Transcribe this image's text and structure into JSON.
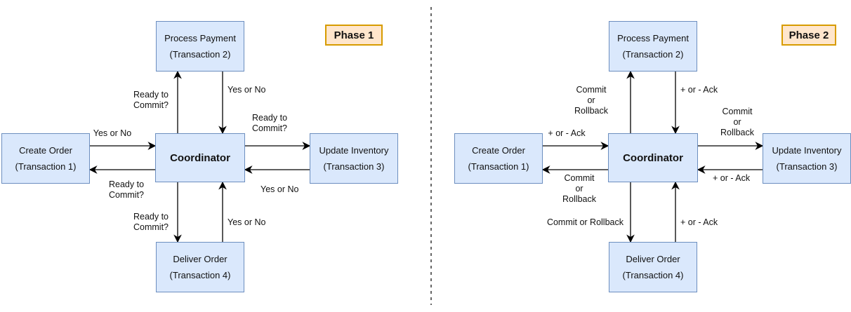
{
  "phases": [
    {
      "badge": "Phase 1",
      "nodes": {
        "top": [
          "Process Payment",
          "(Transaction 2)"
        ],
        "left": [
          "Create Order",
          "(Transaction 1)"
        ],
        "center": [
          "Coordinator"
        ],
        "right": [
          "Update Inventory",
          "(Transaction 3)"
        ],
        "bottom": [
          "Deliver Order",
          "(Transaction 4)"
        ]
      },
      "labels": {
        "to_top": [
          "Ready to",
          "Commit?"
        ],
        "from_top": [
          "Yes or No"
        ],
        "to_right": [
          "Ready to",
          "Commit?"
        ],
        "from_right": [
          "Yes or No"
        ],
        "from_left": [
          "Yes or No"
        ],
        "to_left": [
          "Ready to",
          "Commit?"
        ],
        "to_bottom": [
          "Ready to",
          "Commit?"
        ],
        "from_bottom": [
          "Yes or No"
        ]
      }
    },
    {
      "badge": "Phase 2",
      "nodes": {
        "top": [
          "Process Payment",
          "(Transaction 2)"
        ],
        "left": [
          "Create Order",
          "(Transaction 1)"
        ],
        "center": [
          "Coordinator"
        ],
        "right": [
          "Update Inventory",
          "(Transaction 3)"
        ],
        "bottom": [
          "Deliver Order",
          "(Transaction 4)"
        ]
      },
      "labels": {
        "to_top": [
          "Commit",
          "or",
          "Rollback"
        ],
        "from_top": [
          "+ or - Ack"
        ],
        "to_right": [
          "Commit",
          "or",
          "Rollback"
        ],
        "from_right": [
          "+ or - Ack"
        ],
        "from_left": [
          "+ or - Ack"
        ],
        "to_left": [
          "Commit",
          "or",
          "Rollback"
        ],
        "to_bottom": [
          "Commit or Rollback"
        ],
        "from_bottom": [
          "+ or - Ack"
        ]
      }
    }
  ],
  "colors": {
    "node_fill": "#dae8fc",
    "node_stroke": "#6c8ebf",
    "badge_fill": "#ffe6cc",
    "badge_stroke": "#d79b00",
    "arrow": "#000000",
    "divider": "#333333"
  }
}
